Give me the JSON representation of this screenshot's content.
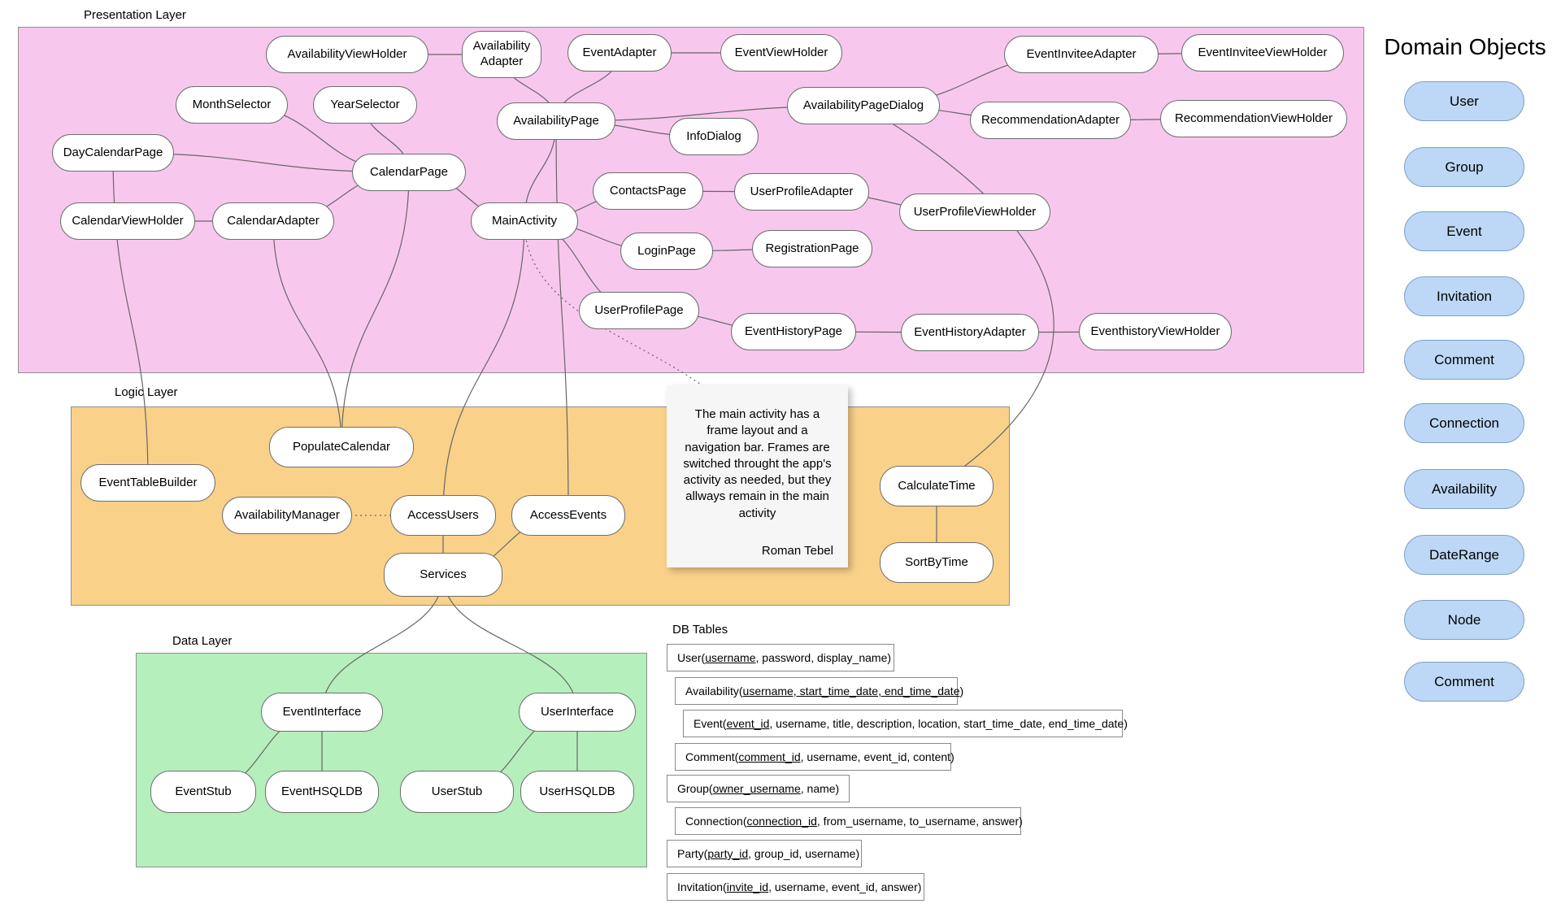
{
  "layers": {
    "presentation": "Presentation Layer",
    "logic": "Logic Layer",
    "data": "Data Layer"
  },
  "nodes": {
    "AvailabilityViewHolder": "AvailabilityViewHolder",
    "AvailabilityAdapter": "Availability Adapter",
    "EventAdapter": "EventAdapter",
    "EventViewHolder": "EventViewHolder",
    "EventInviteeAdapter": "EventInviteeAdapter",
    "EventInviteeViewHolder": "EventInviteeViewHolder",
    "MonthSelector": "MonthSelector",
    "YearSelector": "YearSelector",
    "AvailabilityPage": "AvailabilityPage",
    "InfoDialog": "InfoDialog",
    "AvailabilityPageDialog": "AvailabilityPageDialog",
    "RecommendationAdapter": "RecommendationAdapter",
    "RecommendationViewHolder": "RecommendationViewHolder",
    "DayCalendarPage": "DayCalendarPage",
    "CalendarPage": "CalendarPage",
    "CalendarViewHolder": "CalendarViewHolder",
    "CalendarAdapter": "CalendarAdapter",
    "ContactsPage": "ContactsPage",
    "UserProfileAdapter": "UserProfileAdapter",
    "UserProfileViewHolder": "UserProfileViewHolder",
    "MainActivity": "MainActivity",
    "LoginPage": "LoginPage",
    "RegistrationPage": "RegistrationPage",
    "UserProfilePage": "UserProfilePage",
    "EventHistoryPage": "EventHistoryPage",
    "EventHistoryAdapter": "EventHistoryAdapter",
    "EventhistoryViewHolder": "EventhistoryViewHolder",
    "PopulateCalendar": "PopulateCalendar",
    "EventTableBuilder": "EventTableBuilder",
    "AvailabilityManager": "AvailabilityManager",
    "AccessUsers": "AccessUsers",
    "AccessEvents": "AccessEvents",
    "CalculateTime": "CalculateTime",
    "SortByTime": "SortByTime",
    "Services": "Services",
    "EventInterface": "EventInterface",
    "UserInterface": "UserInterface",
    "EventStub": "EventStub",
    "EventHSQLDB": "EventHSQLDB",
    "UserStub": "UserStub",
    "UserHSQLDB": "UserHSQLDB"
  },
  "edges": [
    {
      "from": "AvailabilityViewHolder",
      "to": "AvailabilityAdapter"
    },
    {
      "from": "AvailabilityAdapter",
      "to": "AvailabilityPage"
    },
    {
      "from": "EventAdapter",
      "to": "EventViewHolder"
    },
    {
      "from": "AvailabilityPage",
      "to": "EventAdapter"
    },
    {
      "from": "AvailabilityPage",
      "to": "InfoDialog"
    },
    {
      "from": "AvailabilityPage",
      "to": "AvailabilityPageDialog"
    },
    {
      "from": "AvailabilityPageDialog",
      "to": "EventInviteeAdapter"
    },
    {
      "from": "EventInviteeAdapter",
      "to": "EventInviteeViewHolder"
    },
    {
      "from": "AvailabilityPageDialog",
      "to": "RecommendationAdapter"
    },
    {
      "from": "RecommendationAdapter",
      "to": "RecommendationViewHolder"
    },
    {
      "from": "AvailabilityPageDialog",
      "to": "CalculateTime",
      "via": [
        1480,
        380
      ]
    },
    {
      "from": "MonthSelector",
      "to": "CalendarPage"
    },
    {
      "from": "YearSelector",
      "to": "CalendarPage"
    },
    {
      "from": "DayCalendarPage",
      "to": "CalendarPage"
    },
    {
      "from": "DayCalendarPage",
      "to": "EventTableBuilder"
    },
    {
      "from": "CalendarViewHolder",
      "to": "CalendarAdapter"
    },
    {
      "from": "CalendarAdapter",
      "to": "CalendarPage"
    },
    {
      "from": "CalendarPage",
      "to": "MainActivity"
    },
    {
      "from": "CalendarPage",
      "to": "PopulateCalendar"
    },
    {
      "from": "CalendarAdapter",
      "to": "PopulateCalendar"
    },
    {
      "from": "MainActivity",
      "to": "ContactsPage"
    },
    {
      "from": "ContactsPage",
      "to": "UserProfileAdapter"
    },
    {
      "from": "UserProfileAdapter",
      "to": "UserProfileViewHolder"
    },
    {
      "from": "MainActivity",
      "to": "LoginPage"
    },
    {
      "from": "LoginPage",
      "to": "RegistrationPage"
    },
    {
      "from": "MainActivity",
      "to": "UserProfilePage"
    },
    {
      "from": "UserProfilePage",
      "to": "EventHistoryPage"
    },
    {
      "from": "EventHistoryPage",
      "to": "EventHistoryAdapter"
    },
    {
      "from": "EventHistoryAdapter",
      "to": "EventhistoryViewHolder"
    },
    {
      "from": "MainActivity",
      "to": "AvailabilityPage"
    },
    {
      "from": "AvailabilityPage",
      "to": "AccessEvents"
    },
    {
      "from": "MainActivity",
      "to": "AccessUsers"
    },
    {
      "from": "MainActivity",
      "to": "NOTE",
      "style": "dashed"
    },
    {
      "from": "AvailabilityManager",
      "to": "AccessUsers",
      "style": "dashed"
    },
    {
      "from": "AccessUsers",
      "to": "Services"
    },
    {
      "from": "AccessEvents",
      "to": "Services"
    },
    {
      "from": "CalculateTime",
      "to": "SortByTime"
    },
    {
      "from": "Services",
      "to": "EventInterface"
    },
    {
      "from": "Services",
      "to": "UserInterface"
    },
    {
      "from": "EventInterface",
      "to": "EventStub"
    },
    {
      "from": "EventInterface",
      "to": "EventHSQLDB"
    },
    {
      "from": "UserInterface",
      "to": "UserStub"
    },
    {
      "from": "UserInterface",
      "to": "UserHSQLDB"
    }
  ],
  "note": {
    "text": "The main activity has a frame layout and a navigation bar. Frames are switched throught the app's activity as needed, but they allways remain in the main activity",
    "author": "Roman Tebel"
  },
  "db": {
    "title": "DB Tables",
    "tables": [
      {
        "pre": "User(",
        "key": "username",
        "post": ", password, display_name)"
      },
      {
        "pre": "Availability(",
        "key": "username, start_time_date, end_time_date",
        "post": ")"
      },
      {
        "pre": "Event(",
        "key": "event_id",
        "post": ", username, title, description, location, start_time_date, end_time_date)"
      },
      {
        "pre": "Comment(",
        "key": "comment_id",
        "post": ", username, event_id, content)"
      },
      {
        "pre": "Group(",
        "key": "owner_username",
        "post": ", name)"
      },
      {
        "pre": "Connection(",
        "key": "connection_id",
        "post": ", from_username, to_username, answer)"
      },
      {
        "pre": "Party(",
        "key": "party_id",
        "post": ", group_id, username)"
      },
      {
        "pre": "Invitation(",
        "key": "invite_id",
        "post": ", username, event_id, answer)"
      }
    ]
  },
  "domain": {
    "title": "Domain Objects",
    "items": [
      "User",
      "Group",
      "Event",
      "Invitation",
      "Comment",
      "Connection",
      "Availability",
      "DateRange",
      "Node",
      "Comment"
    ]
  },
  "colors": {
    "presentation": "#f8c7ee",
    "logic": "#fad189",
    "data": "#b5efbc",
    "domain_pill": "#bcd8f6",
    "edge": "#666666"
  }
}
